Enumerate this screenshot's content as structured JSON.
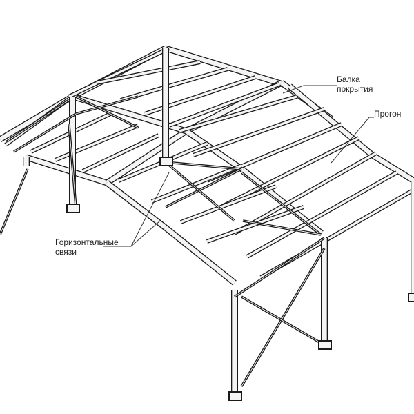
{
  "labels": {
    "roof_beam": {
      "line1": "Балка",
      "line2": "покрытия"
    },
    "purlin": "Прогон",
    "horizontal_bracing": {
      "line1": "Горизонтальные",
      "line2": "связи"
    }
  },
  "colors": {
    "steel_fill": "#f4f4f4",
    "steel_edge": "#1a1a1a",
    "leader": "#333333",
    "background": "#ffffff"
  }
}
